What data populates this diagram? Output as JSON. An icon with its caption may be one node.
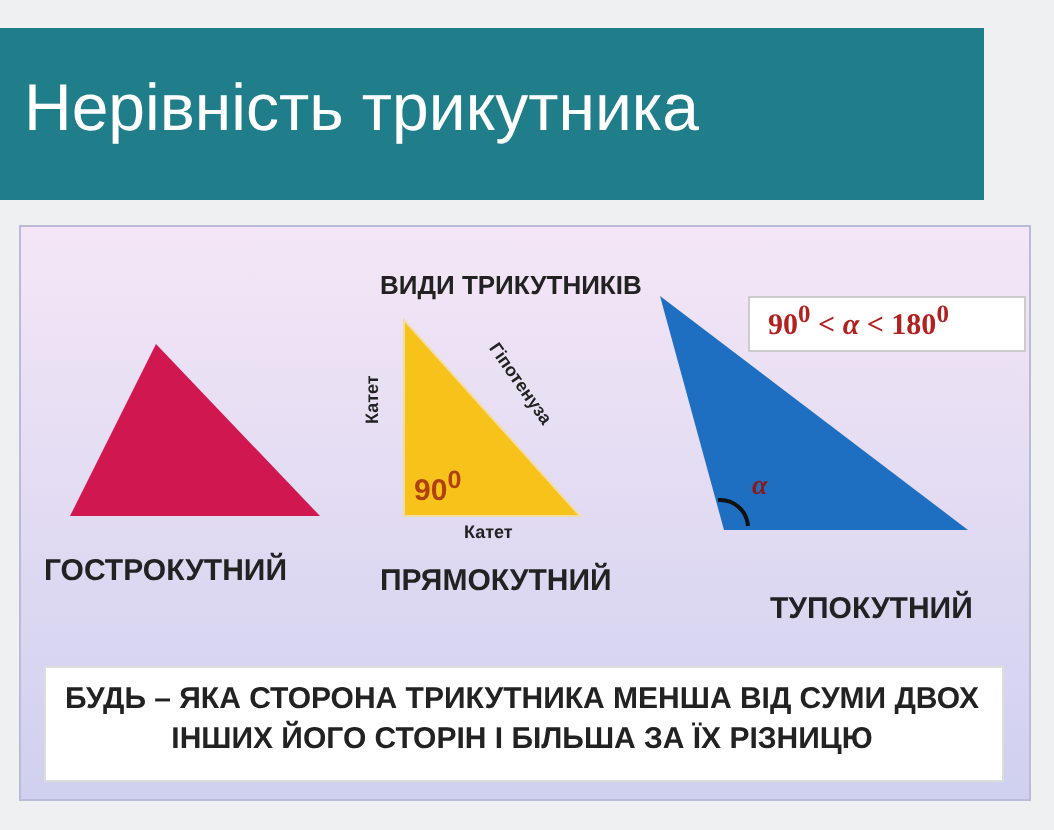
{
  "diagram": {
    "title": "Нерівність трикутника",
    "labels": [
      "ВИДИ ТРИКУТНИКІВ",
      "90$^{0}$ < *α* < 180$^{0}$",
      "Гіпотенуза",
      "Катет",
      "90$^{0}$",
      "*α*",
      "Катет",
      "ГОСТРОКУТНИЙ",
      "ПРЯМОКУТНИЙ",
      "ТУПОКУТНИЙ",
      "БУДЬ – ЯКА СТОРОНА ТРИКУТНИКА МЕНША ВІД СУМИ ДВОХ ІНШИХ ЙОГО СТОРІН І БІЛЬША ЗА ЇХ РІЗНИЦЮ"
    ]
  }
}
